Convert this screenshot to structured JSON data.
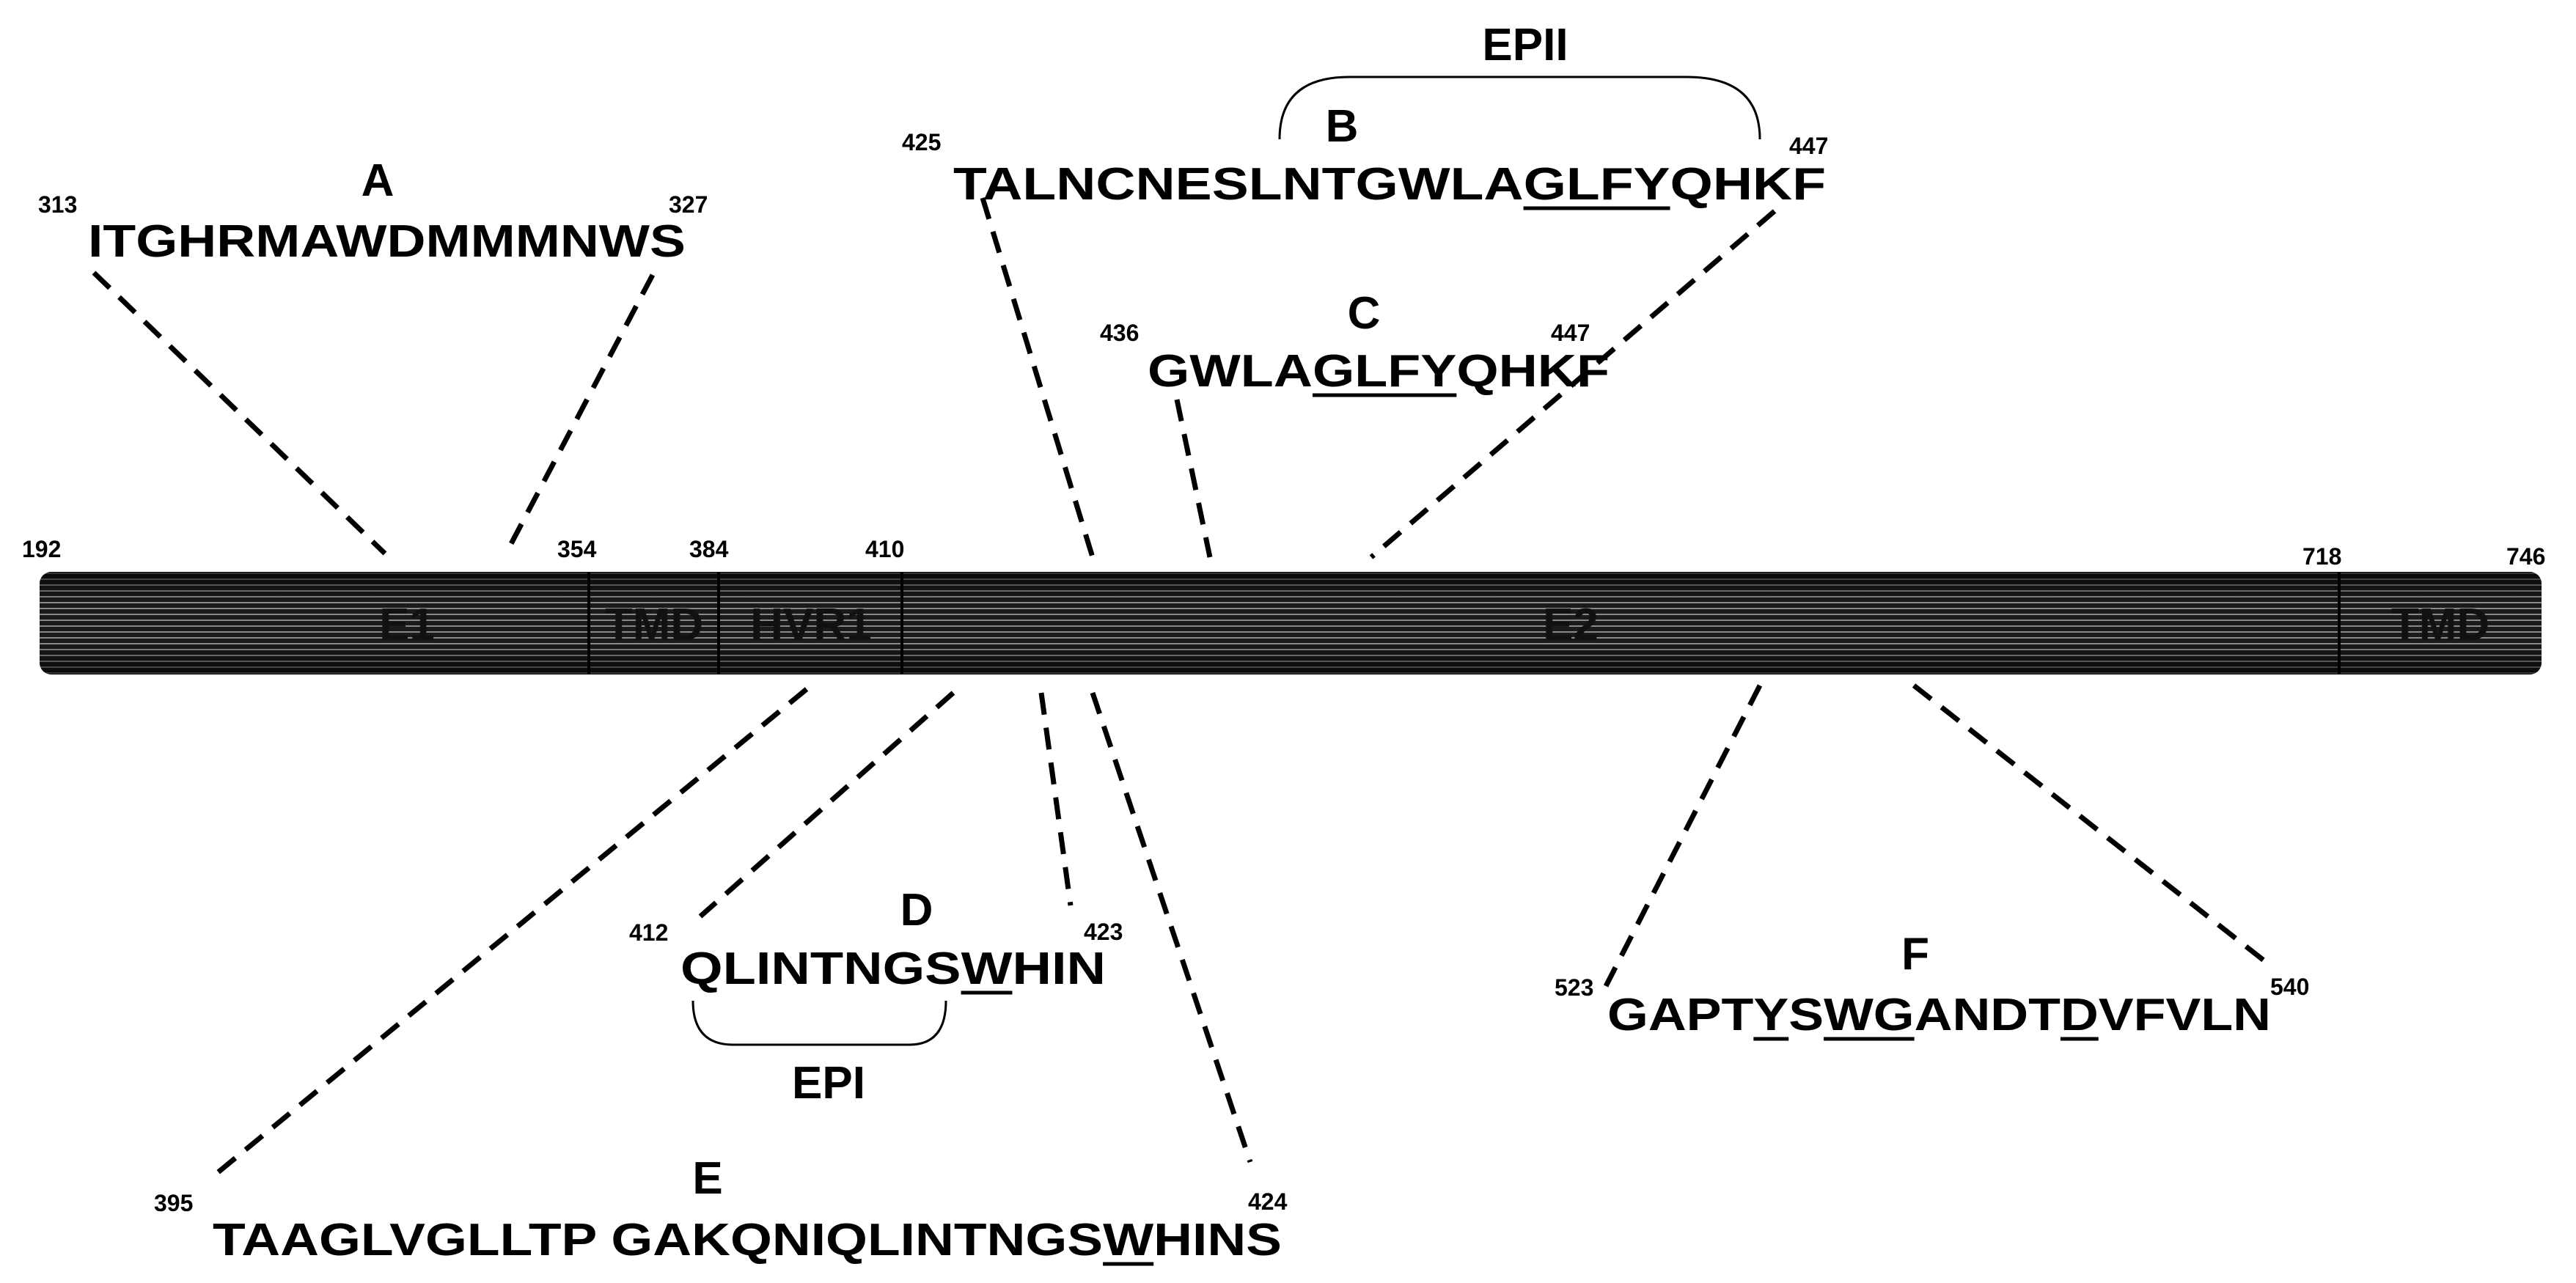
{
  "bar": {
    "regions": [
      {
        "label": "E1"
      },
      {
        "label": "TMD"
      },
      {
        "label": "HVR1"
      },
      {
        "label": "E2"
      },
      {
        "label": "TMD"
      }
    ],
    "positions": [
      "192",
      "354",
      "384",
      "410",
      "718",
      "746"
    ]
  },
  "peptides": [
    {
      "id": "A",
      "seq": "ITGHRMAWDMMMNWS",
      "start": "313",
      "end": "327",
      "underline": []
    },
    {
      "id": "B",
      "seq": "TALNCNESLNTGWLAGLFYQHKF",
      "start": "425",
      "end": "447",
      "underline": [
        [
          15,
          19
        ]
      ]
    },
    {
      "id": "C",
      "seq": "GWLAGLFYQHKF",
      "start": "436",
      "end": "447",
      "underline": [
        [
          4,
          8
        ]
      ]
    },
    {
      "id": "D",
      "seq": "QLINTNGSWHIN",
      "start": "412",
      "end": "423",
      "underline": [
        [
          8,
          9
        ]
      ]
    },
    {
      "id": "E",
      "seq": "TAAGLVGLLTP GAKQNIQLINTNGSWHINS",
      "start": "395",
      "end": "424",
      "underline": [
        [
          26,
          27
        ]
      ]
    },
    {
      "id": "F",
      "seq": "GAPTYSWGANDTDVFVLN",
      "start": "523",
      "end": "540",
      "underline": [
        [
          4,
          5
        ],
        [
          6,
          8
        ],
        [
          12,
          13
        ]
      ]
    }
  ],
  "epitopes": [
    {
      "label": "EPII"
    },
    {
      "label": "EPI"
    }
  ]
}
